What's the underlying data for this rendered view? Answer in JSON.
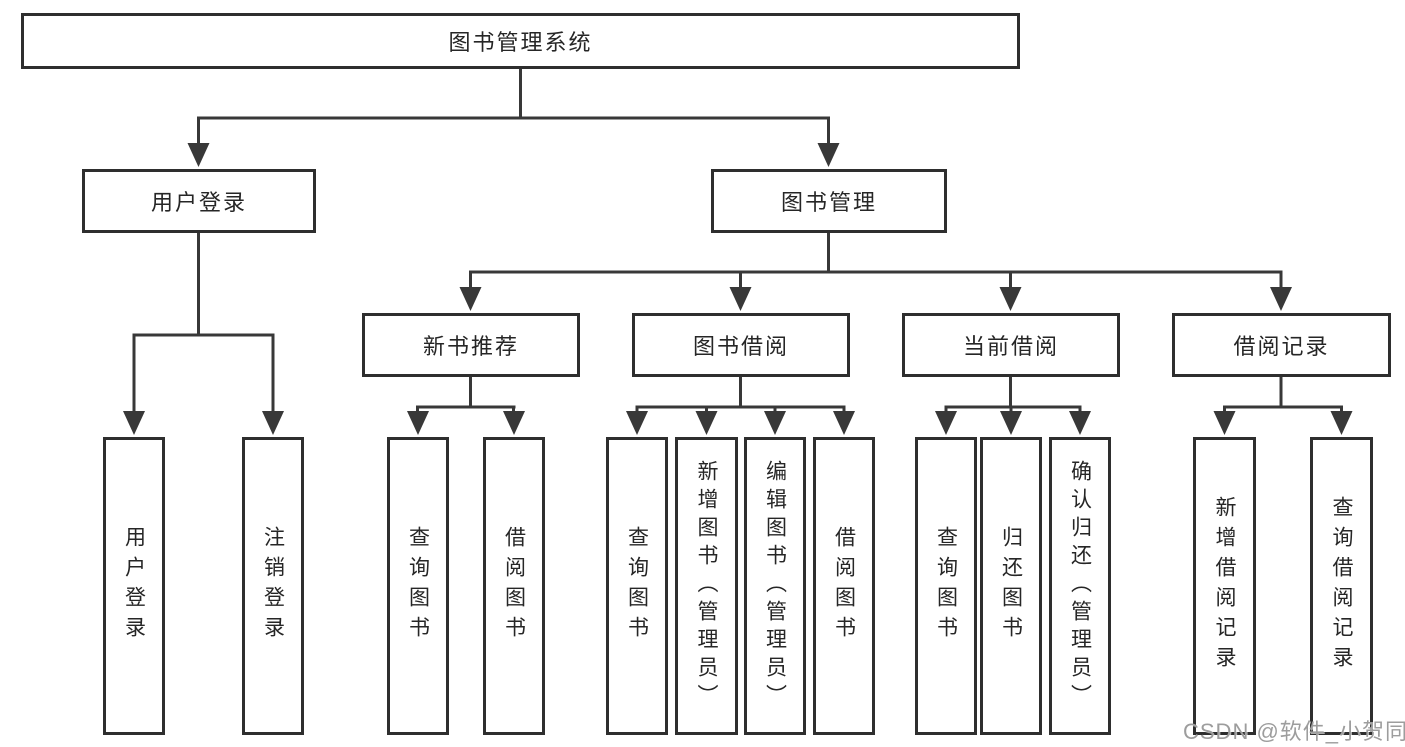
{
  "diagram": {
    "root": {
      "label": "图书管理系统"
    },
    "user_login": {
      "label": "用户登录",
      "children": [
        "用户登录",
        "注销登录"
      ]
    },
    "book_management": {
      "label": "图书管理"
    },
    "new_book": {
      "label": "新书推荐",
      "children": [
        "查询图书",
        "借阅图书"
      ]
    },
    "book_borrow": {
      "label": "图书借阅",
      "children": [
        "查询图书",
        "新增图书（管理员）",
        "编辑图书（管理员）",
        "借阅图书"
      ]
    },
    "current_borrow": {
      "label": "当前借阅",
      "children": [
        "查询图书",
        "归还图书",
        "确认归还（管理员）"
      ]
    },
    "borrow_records": {
      "label": "借阅记录",
      "children": [
        "新增借阅记录",
        "查询借阅记录"
      ]
    }
  },
  "watermark": "CSDN @软件_小贺同学",
  "colors": {
    "line": "#383838",
    "box_border": "#2e2e2e",
    "text": "#262626",
    "watermark": "#9d9d9d",
    "background": "#ffffff"
  }
}
